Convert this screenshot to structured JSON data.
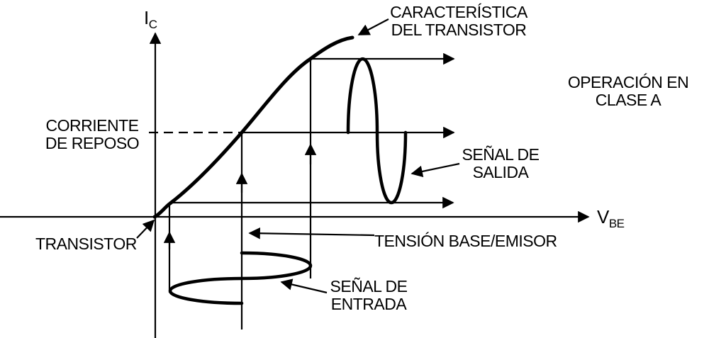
{
  "diagram": {
    "y_axis": {
      "main": "I",
      "sub": "C"
    },
    "x_axis": {
      "main": "V",
      "sub": "BE"
    },
    "labels": {
      "characteristic_line1": "CARACTERÍSTICA",
      "characteristic_line2": "DEL TRANSISTOR",
      "operation_line1": "OPERACIÓN EN",
      "operation_line2": "CLASE A",
      "quiescent_line1": "CORRIENTE",
      "quiescent_line2": "DE REPOSO",
      "output_signal_line1": "SEÑAL DE",
      "output_signal_line2": "SALIDA",
      "transistor": "TRANSISTOR",
      "base_emitter_voltage": "TENSIÓN BASE/EMISOR",
      "input_signal_line1": "SEÑAL DE",
      "input_signal_line2": "ENTRADA"
    },
    "colors": {
      "ink": "#000000",
      "paper": "#ffffff"
    }
  }
}
